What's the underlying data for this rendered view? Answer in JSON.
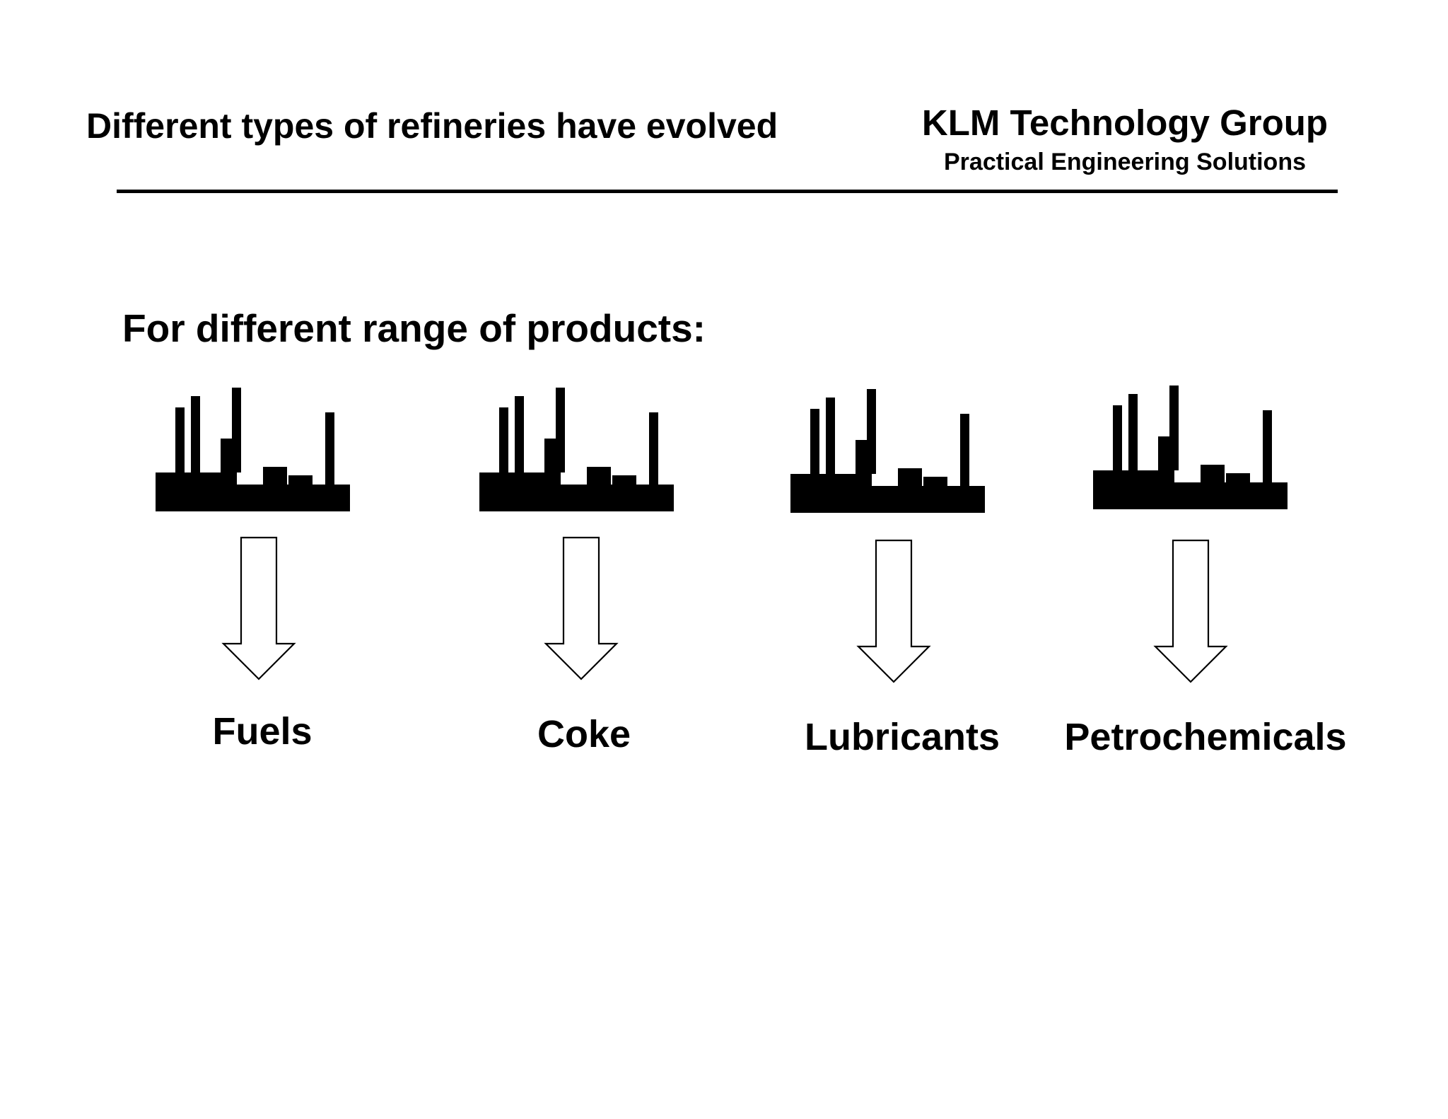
{
  "header": {
    "title": "Different types of refineries have evolved",
    "company_name": "KLM Technology Group",
    "company_tagline": "Practical Engineering Solutions"
  },
  "main": {
    "subtitle": "For different range of products:"
  },
  "diagram": {
    "icon": "refinery-icon",
    "arrow": "down-arrow-outline-icon",
    "products": [
      {
        "label": "Fuels"
      },
      {
        "label": "Coke"
      },
      {
        "label": "Lubricants"
      },
      {
        "label": "Petrochemicals"
      }
    ]
  }
}
